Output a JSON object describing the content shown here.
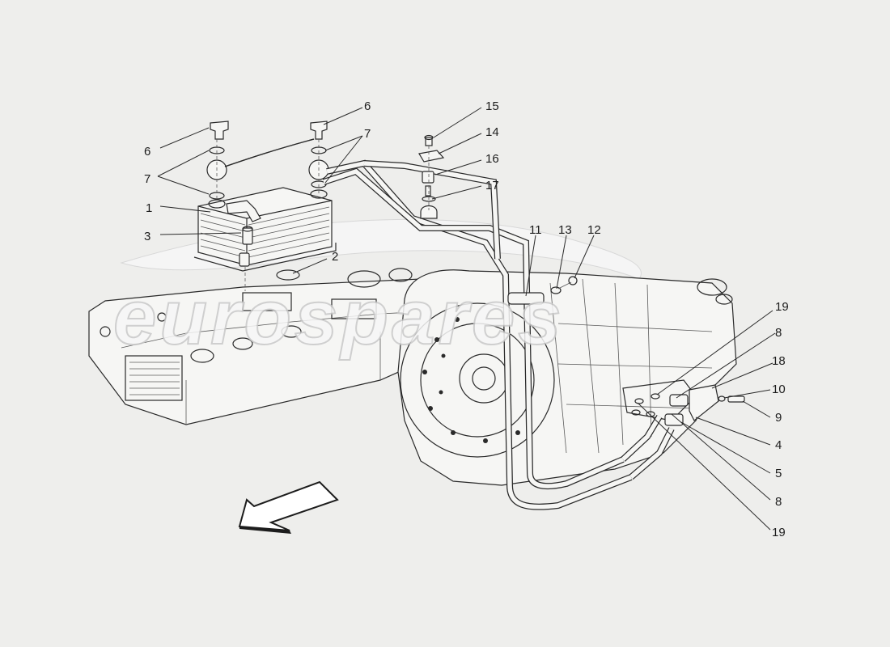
{
  "watermark": "eurospares",
  "labels": {
    "l1": "1",
    "l2": "2",
    "l3": "3",
    "l4": "4",
    "l5": "5",
    "l6a": "6",
    "l6b": "6",
    "l7a": "7",
    "l7b": "7",
    "l8a": "8",
    "l8b": "8",
    "l9": "9",
    "l10": "10",
    "l11": "11",
    "l12": "12",
    "l13": "13",
    "l14": "14",
    "l15": "15",
    "l16": "16",
    "l17": "17",
    "l18": "18",
    "l19a": "19",
    "l19b": "19"
  },
  "colors": {
    "background": "#eeeeec",
    "line": "#2a2a2a",
    "watermark_stroke": "#c9c9c9"
  }
}
